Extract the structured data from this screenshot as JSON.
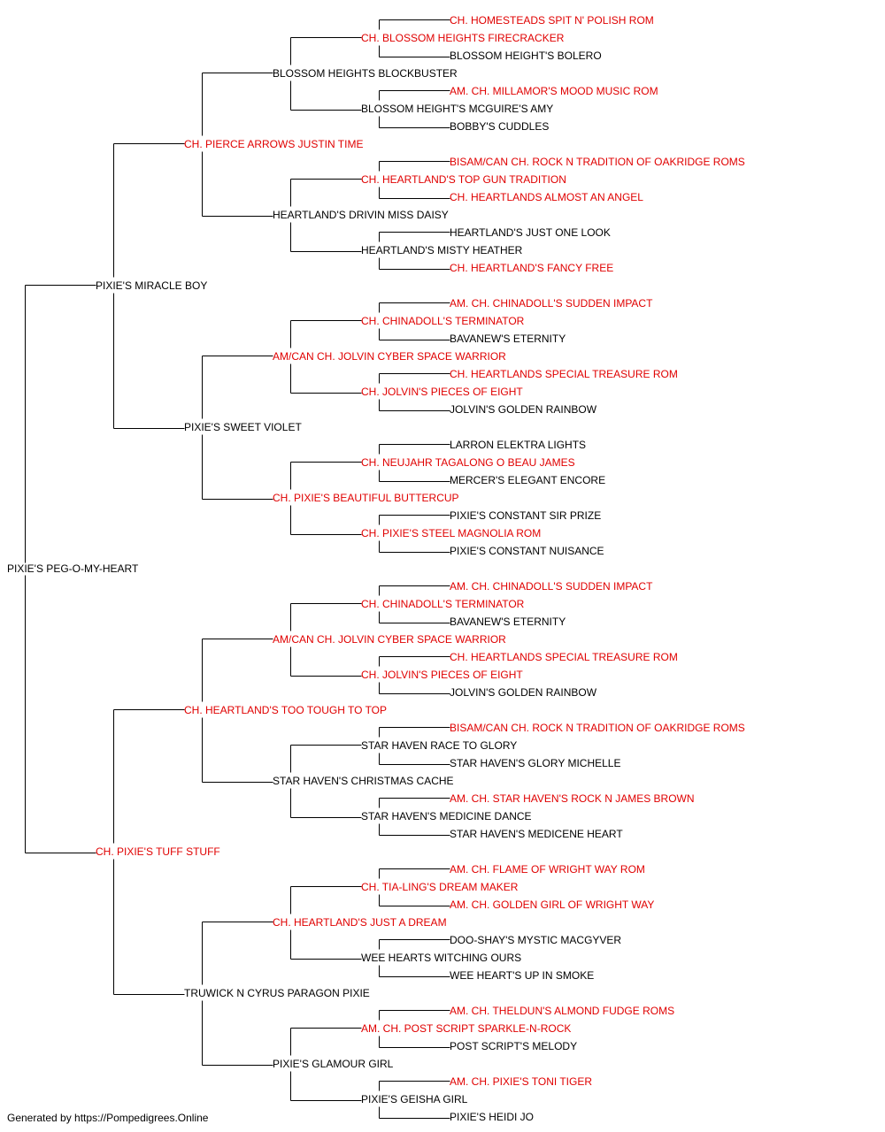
{
  "colors": {
    "champion": "#e00000",
    "normal": "#000000",
    "line": "#000000"
  },
  "footer": "Generated by https://Pompedigrees.Online",
  "pedigree": {
    "name": "PIXIE'S PEG-O-MY-HEART",
    "ch": false,
    "sire": {
      "name": "PIXIE'S MIRACLE BOY",
      "ch": false,
      "sire": {
        "name": "CH. PIERCE ARROWS JUSTIN TIME",
        "ch": true,
        "sire": {
          "name": "BLOSSOM HEIGHTS BLOCKBUSTER",
          "ch": false,
          "sire": {
            "name": "CH. BLOSSOM HEIGHTS FIRECRACKER",
            "ch": true,
            "sire": {
              "name": "CH. HOMESTEADS SPIT N' POLISH ROM",
              "ch": true
            },
            "dam": {
              "name": "BLOSSOM HEIGHT'S BOLERO",
              "ch": false
            }
          },
          "dam": {
            "name": "BLOSSOM HEIGHT'S MCGUIRE'S AMY",
            "ch": false,
            "sire": {
              "name": "AM. CH. MILLAMOR'S MOOD MUSIC ROM",
              "ch": true
            },
            "dam": {
              "name": "BOBBY'S CUDDLES",
              "ch": false
            }
          }
        },
        "dam": {
          "name": "HEARTLAND'S DRIVIN MISS DAISY",
          "ch": false,
          "sire": {
            "name": "CH. HEARTLAND'S TOP GUN TRADITION",
            "ch": true,
            "sire": {
              "name": "BISAM/CAN CH. ROCK N TRADITION OF OAKRIDGE ROMS",
              "ch": true
            },
            "dam": {
              "name": "CH. HEARTLANDS ALMOST AN ANGEL",
              "ch": true
            }
          },
          "dam": {
            "name": "HEARTLAND'S MISTY HEATHER",
            "ch": false,
            "sire": {
              "name": "HEARTLAND'S JUST ONE LOOK",
              "ch": false
            },
            "dam": {
              "name": "CH. HEARTLAND'S FANCY FREE",
              "ch": true
            }
          }
        }
      },
      "dam": {
        "name": "PIXIE'S SWEET VIOLET",
        "ch": false,
        "sire": {
          "name": "AM/CAN CH. JOLVIN CYBER SPACE WARRIOR",
          "ch": true,
          "sire": {
            "name": "CH. CHINADOLL'S TERMINATOR",
            "ch": true,
            "sire": {
              "name": "AM. CH. CHINADOLL'S SUDDEN IMPACT",
              "ch": true
            },
            "dam": {
              "name": "BAVANEW'S ETERNITY",
              "ch": false
            }
          },
          "dam": {
            "name": "CH. JOLVIN'S PIECES OF EIGHT",
            "ch": true,
            "sire": {
              "name": "CH. HEARTLANDS SPECIAL TREASURE ROM",
              "ch": true
            },
            "dam": {
              "name": "JOLVIN'S GOLDEN RAINBOW",
              "ch": false
            }
          }
        },
        "dam": {
          "name": "CH. PIXIE'S BEAUTIFUL BUTTERCUP",
          "ch": true,
          "sire": {
            "name": "CH. NEUJAHR TAGALONG O BEAU JAMES",
            "ch": true,
            "sire": {
              "name": "LARRON ELEKTRA LIGHTS",
              "ch": false
            },
            "dam": {
              "name": "MERCER'S ELEGANT ENCORE",
              "ch": false
            }
          },
          "dam": {
            "name": "CH. PIXIE'S STEEL MAGNOLIA ROM",
            "ch": true,
            "sire": {
              "name": "PIXIE'S CONSTANT SIR PRIZE",
              "ch": false
            },
            "dam": {
              "name": "PIXIE'S CONSTANT NUISANCE",
              "ch": false
            }
          }
        }
      }
    },
    "dam": {
      "name": "CH. PIXIE'S TUFF STUFF",
      "ch": true,
      "sire": {
        "name": "CH. HEARTLAND'S TOO TOUGH TO TOP",
        "ch": true,
        "sire": {
          "name": "AM/CAN CH. JOLVIN CYBER SPACE WARRIOR",
          "ch": true,
          "sire": {
            "name": "CH. CHINADOLL'S TERMINATOR",
            "ch": true,
            "sire": {
              "name": "AM. CH. CHINADOLL'S SUDDEN IMPACT",
              "ch": true
            },
            "dam": {
              "name": "BAVANEW'S ETERNITY",
              "ch": false
            }
          },
          "dam": {
            "name": "CH. JOLVIN'S PIECES OF EIGHT",
            "ch": true,
            "sire": {
              "name": "CH. HEARTLANDS SPECIAL TREASURE ROM",
              "ch": true
            },
            "dam": {
              "name": "JOLVIN'S GOLDEN RAINBOW",
              "ch": false
            }
          }
        },
        "dam": {
          "name": "STAR HAVEN'S CHRISTMAS CACHE",
          "ch": false,
          "sire": {
            "name": "STAR HAVEN RACE TO GLORY",
            "ch": false,
            "sire": {
              "name": "BISAM/CAN CH. ROCK N TRADITION OF OAKRIDGE ROMS",
              "ch": true
            },
            "dam": {
              "name": "STAR HAVEN'S GLORY MICHELLE",
              "ch": false
            }
          },
          "dam": {
            "name": "STAR HAVEN'S MEDICINE DANCE",
            "ch": false,
            "sire": {
              "name": "AM. CH. STAR HAVEN'S ROCK N JAMES BROWN",
              "ch": true
            },
            "dam": {
              "name": "STAR HAVEN'S MEDICENE HEART",
              "ch": false
            }
          }
        }
      },
      "dam": {
        "name": "TRUWICK N CYRUS PARAGON PIXIE",
        "ch": false,
        "sire": {
          "name": "CH. HEARTLAND'S JUST A DREAM",
          "ch": true,
          "sire": {
            "name": "CH. TIA-LING'S DREAM MAKER",
            "ch": true,
            "sire": {
              "name": "AM. CH. FLAME OF WRIGHT WAY ROM",
              "ch": true
            },
            "dam": {
              "name": "AM. CH. GOLDEN GIRL OF WRIGHT WAY",
              "ch": true
            }
          },
          "dam": {
            "name": "WEE HEARTS WITCHING OURS",
            "ch": false,
            "sire": {
              "name": "DOO-SHAY'S MYSTIC MACGYVER",
              "ch": false
            },
            "dam": {
              "name": "WEE HEART'S UP IN SMOKE",
              "ch": false
            }
          }
        },
        "dam": {
          "name": "PIXIE'S GLAMOUR GIRL",
          "ch": false,
          "sire": {
            "name": "AM. CH. POST SCRIPT SPARKLE-N-ROCK",
            "ch": true,
            "sire": {
              "name": "AM. CH. THELDUN'S ALMOND FUDGE ROMS",
              "ch": true
            },
            "dam": {
              "name": "POST SCRIPT'S MELODY",
              "ch": false
            }
          },
          "dam": {
            "name": "PIXIE'S GEISHA GIRL",
            "ch": false,
            "sire": {
              "name": "AM. CH. PIXIE'S TONI TIGER",
              "ch": true
            },
            "dam": {
              "name": "PIXIE'S HEIDI JO",
              "ch": false
            }
          }
        }
      }
    }
  }
}
